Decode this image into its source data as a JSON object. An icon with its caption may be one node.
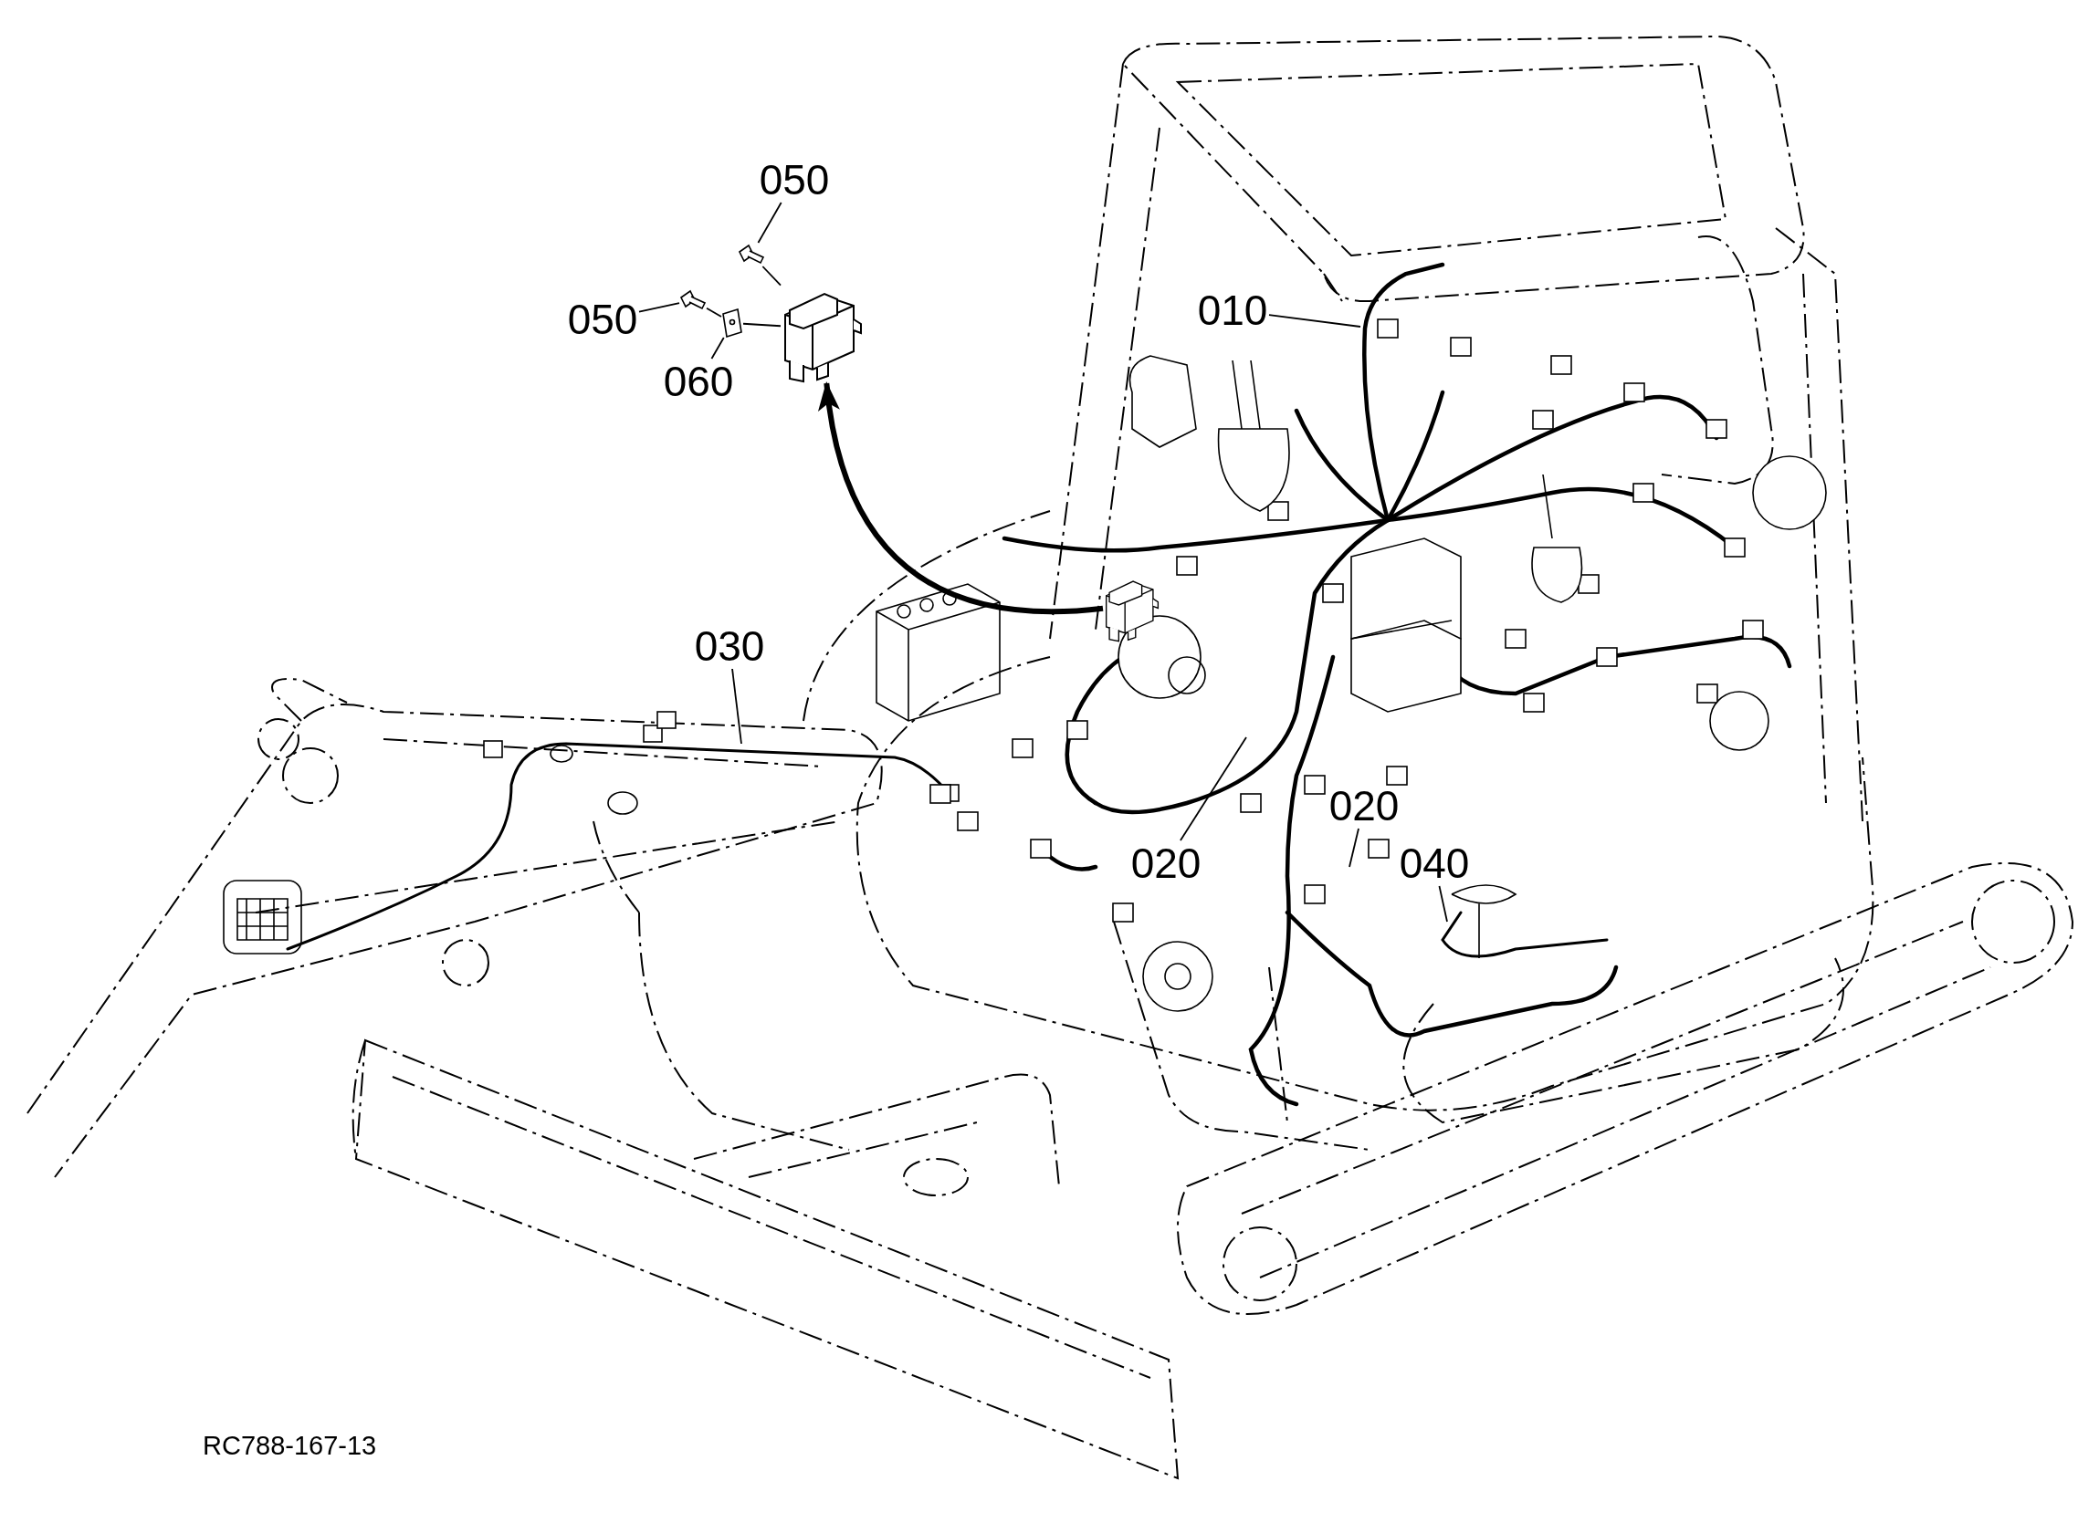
{
  "diagram": {
    "nodes": [
      {
        "text": [
          "050"
        ]
      },
      {
        "text": [
          "050"
        ]
      },
      {
        "text": [
          "060"
        ]
      },
      {
        "text": [
          "010"
        ]
      },
      {
        "text": [
          "030"
        ]
      },
      {
        "text": [
          "020"
        ]
      },
      {
        "text": [
          "020"
        ]
      },
      {
        "text": [
          "040"
        ]
      },
      {
        "text": [],
        "shape": "picture"
      },
      {
        "text": [],
        "shape": "picture"
      },
      {
        "text": [],
        "shape": "picture"
      },
      {
        "text": [],
        "shape": "picture"
      },
      {
        "text": [],
        "shape": "picture"
      }
    ],
    "edges": [
      {
        "from": 0,
        "to": 10,
        "arrow": "none"
      },
      {
        "from": 1,
        "to": 11,
        "arrow": "none"
      },
      {
        "from": 2,
        "to": 12,
        "arrow": "none"
      },
      {
        "from": 3,
        "to": null,
        "arrow": "none"
      },
      {
        "from": 4,
        "to": null,
        "arrow": "none"
      },
      {
        "from": 5,
        "to": null,
        "arrow": "none"
      },
      {
        "from": 6,
        "to": null,
        "arrow": "none"
      },
      {
        "from": 7,
        "to": null,
        "arrow": "none"
      },
      {
        "from": 9,
        "to": 8,
        "arrow": "to",
        "style": "thick"
      },
      {
        "from": 10,
        "to": 8,
        "arrow": "none"
      },
      {
        "from": 11,
        "to": 12,
        "arrow": "none"
      },
      {
        "from": 12,
        "to": 8,
        "arrow": "none"
      }
    ],
    "labels": [
      "RC788-167-13"
    ]
  }
}
